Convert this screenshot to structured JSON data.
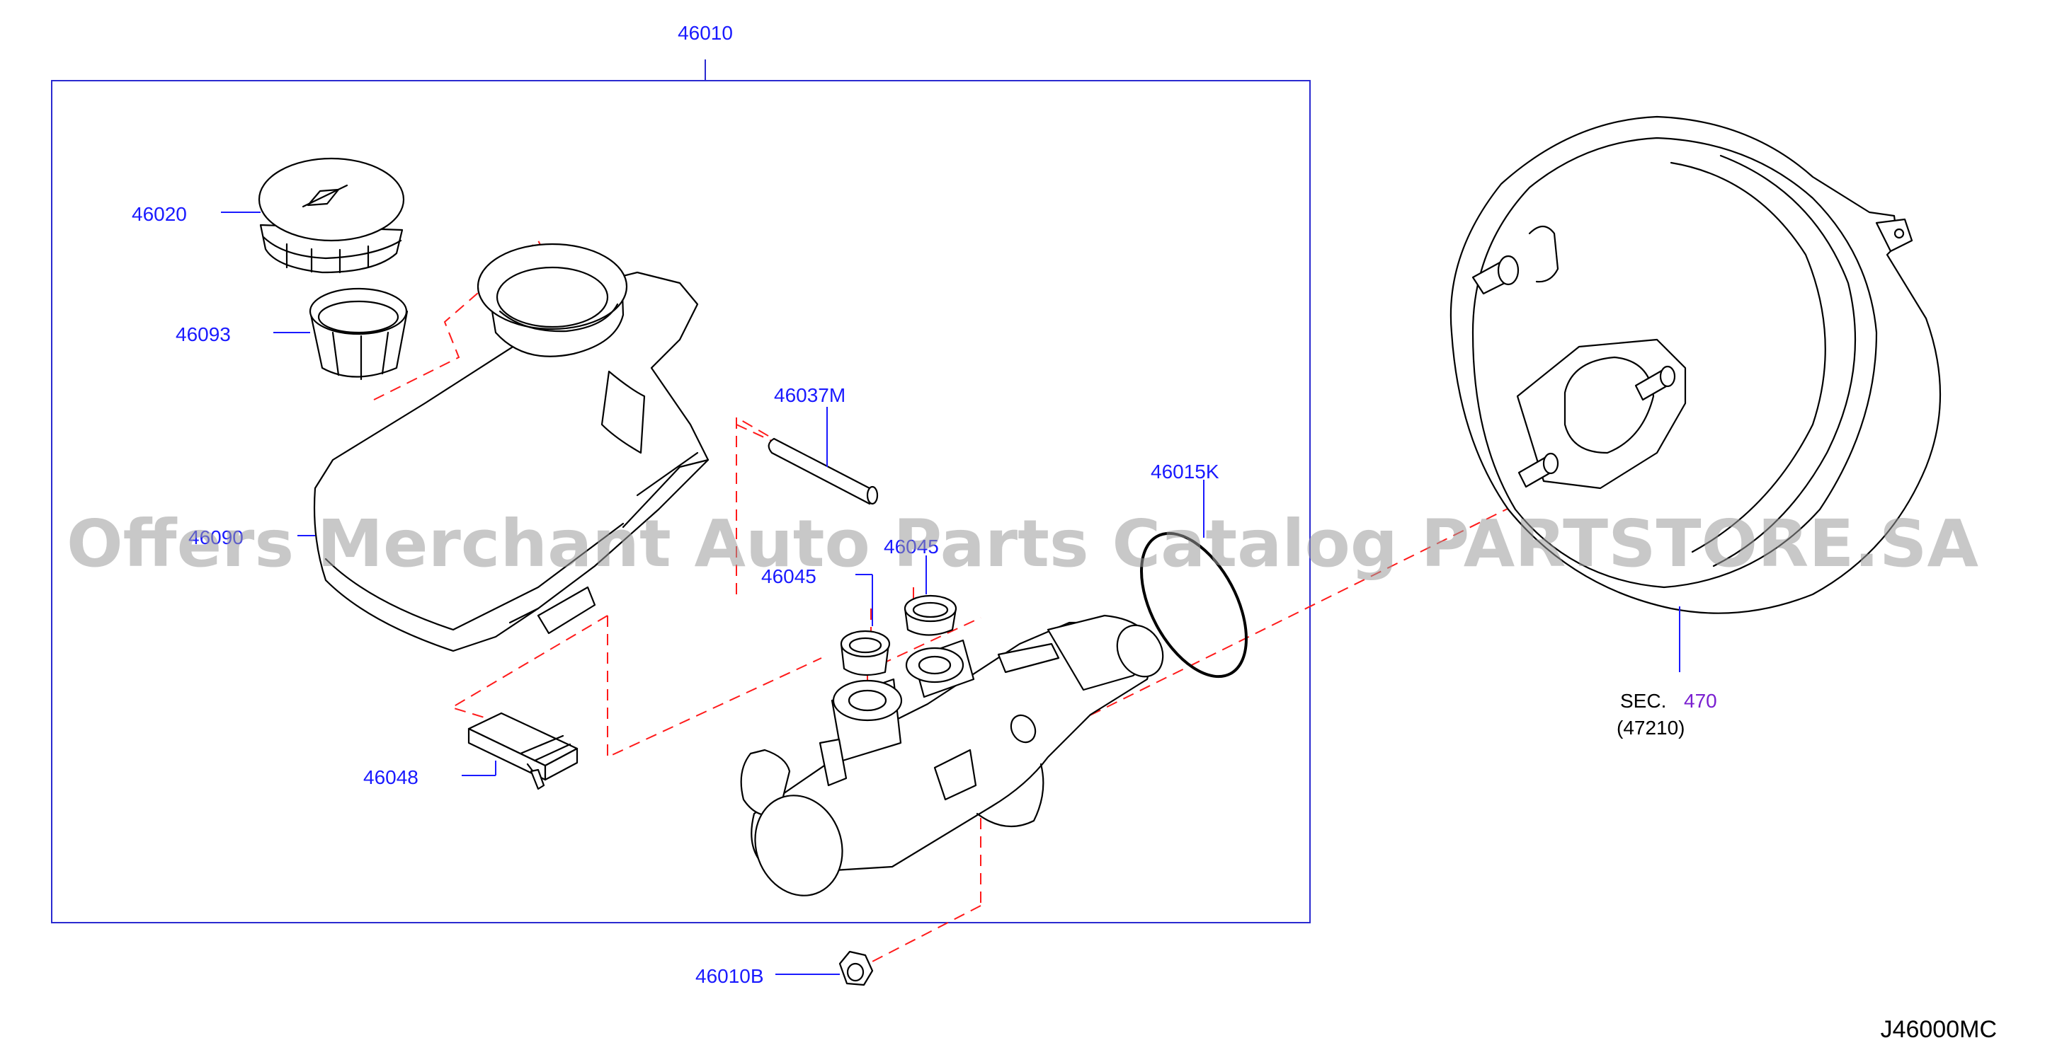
{
  "labels": {
    "assembly": "46010",
    "cap": "46020",
    "strainer": "46093",
    "pin": "46037M",
    "oring": "46015K",
    "reservoir": "46090",
    "grommet_a": "46045",
    "grommet_b": "46045",
    "connector": "46048",
    "nut": "46010B",
    "sec_prefix": "SEC.",
    "sec_number": "470",
    "sec_sub": "(47210)",
    "diagram_code": "J46000MC"
  },
  "watermark": "Offers Merchant Auto Parts Catalog PARTSTORE.SA",
  "colors": {
    "label": "#1a1aff",
    "frame": "#2a2ad0",
    "dash": "#ff1a1a",
    "sec_number": "#7a1fd0"
  }
}
